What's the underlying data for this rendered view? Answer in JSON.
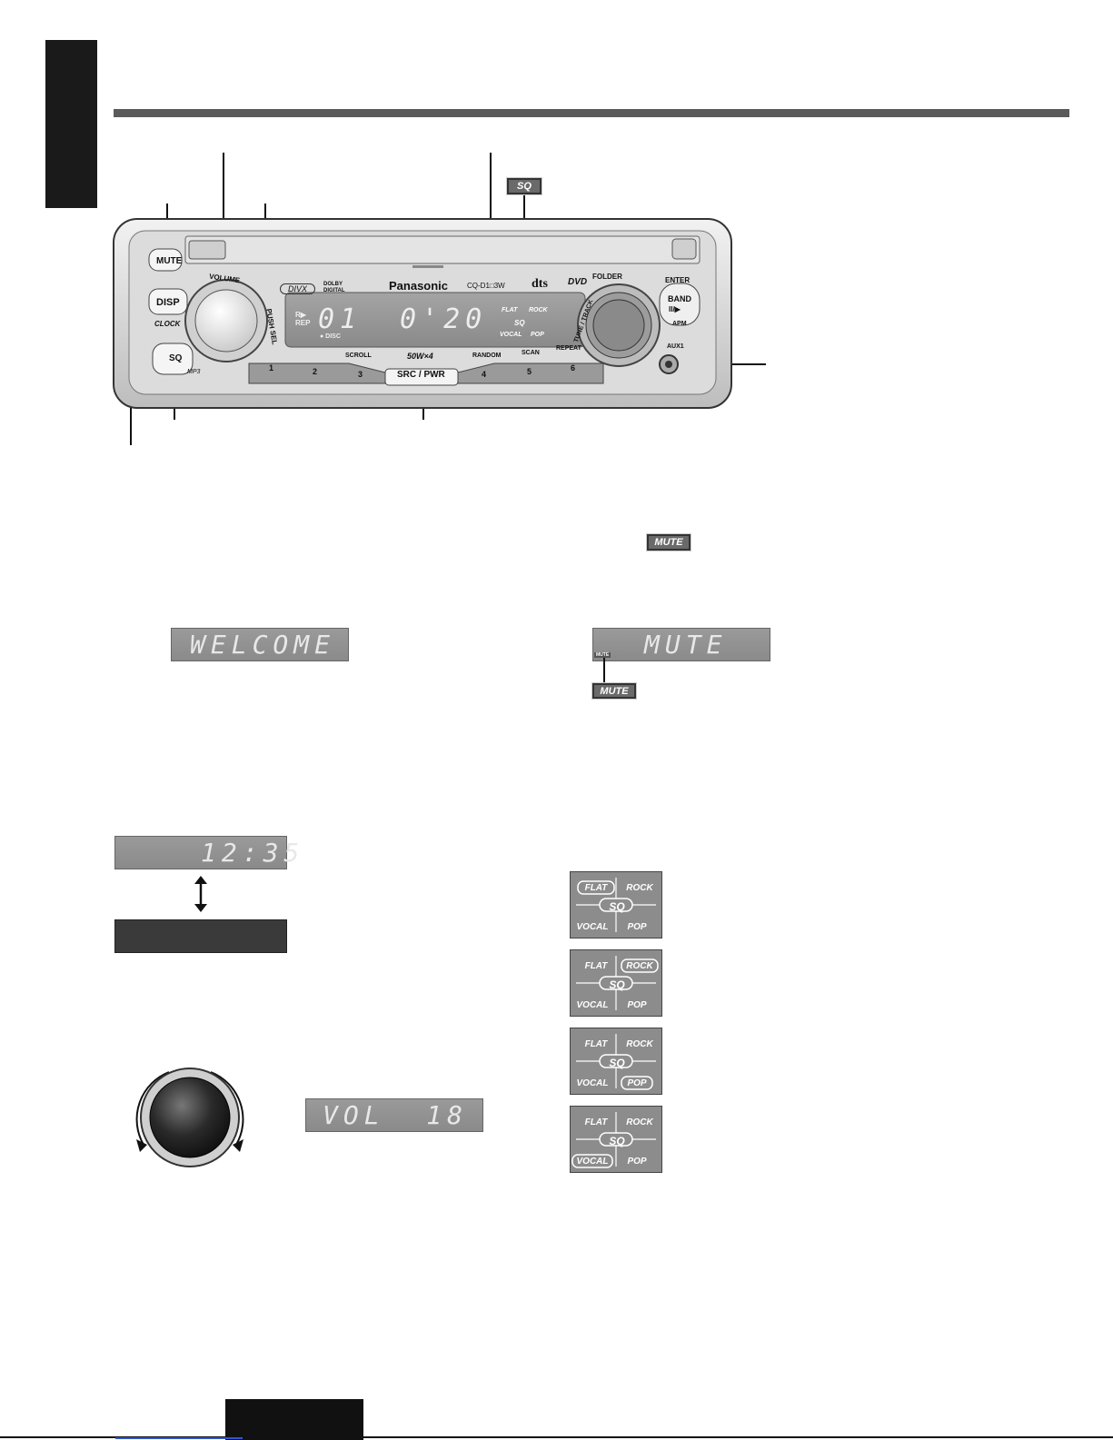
{
  "unit": {
    "brand": "Panasonic",
    "model": "CQ-D1□3W",
    "divx_logo": "DIVX",
    "dolby_label": "DOLBY DIGITAL",
    "dts_label": "dts",
    "dvd_label": "DVD",
    "buttons": {
      "mute": "MUTE",
      "disp": "DISP",
      "clock": "CLOCK",
      "sq": "SQ",
      "mp3": "MP3",
      "volume": "VOLUME",
      "push_sel": "PUSH SEL",
      "src_pwr": "SRC / PWR",
      "band": "BAND",
      "band_sub": "II/▶",
      "enter": "ENTER",
      "apm": "APM",
      "folder": "FOLDER",
      "tune_track": "TUNE / TRACK",
      "aux1": "AUX1",
      "scroll": "SCROLL",
      "random": "RANDOM",
      "scan": "SCAN",
      "repeat": "REPEAT",
      "power_rating": "50W×4",
      "presets": [
        "1",
        "2",
        "3",
        "4",
        "5",
        "6"
      ]
    },
    "display": {
      "rep": "R▶ REP",
      "track": "01",
      "time": "0'20",
      "disc": "● DISC",
      "sq_modes": [
        "FLAT",
        "ROCK",
        "SQ",
        "VOCAL",
        "POP"
      ]
    }
  },
  "sq_badge": "SQ",
  "mute_badge": "MUTE",
  "mute_badge_small": "MUTE",
  "mute_indicator": "MUTE",
  "displays": {
    "welcome": "WELCOME",
    "mute": "MUTE",
    "clock": "12:35",
    "volume": "VOL  18"
  },
  "sq_presets": [
    {
      "labels": [
        "FLAT",
        "ROCK",
        "SQ",
        "VOCAL",
        "POP"
      ],
      "selected": "FLAT"
    },
    {
      "labels": [
        "FLAT",
        "ROCK",
        "SQ",
        "VOCAL",
        "POP"
      ],
      "selected": "ROCK"
    },
    {
      "labels": [
        "FLAT",
        "ROCK",
        "SQ",
        "VOCAL",
        "POP"
      ],
      "selected": "POP"
    },
    {
      "labels": [
        "FLAT",
        "ROCK",
        "SQ",
        "VOCAL",
        "POP"
      ],
      "selected": "VOCAL"
    }
  ],
  "colors": {
    "rule": "#5a5a5a",
    "lcd": "#8f8f8f",
    "dark_block": "#1a1a1a"
  }
}
